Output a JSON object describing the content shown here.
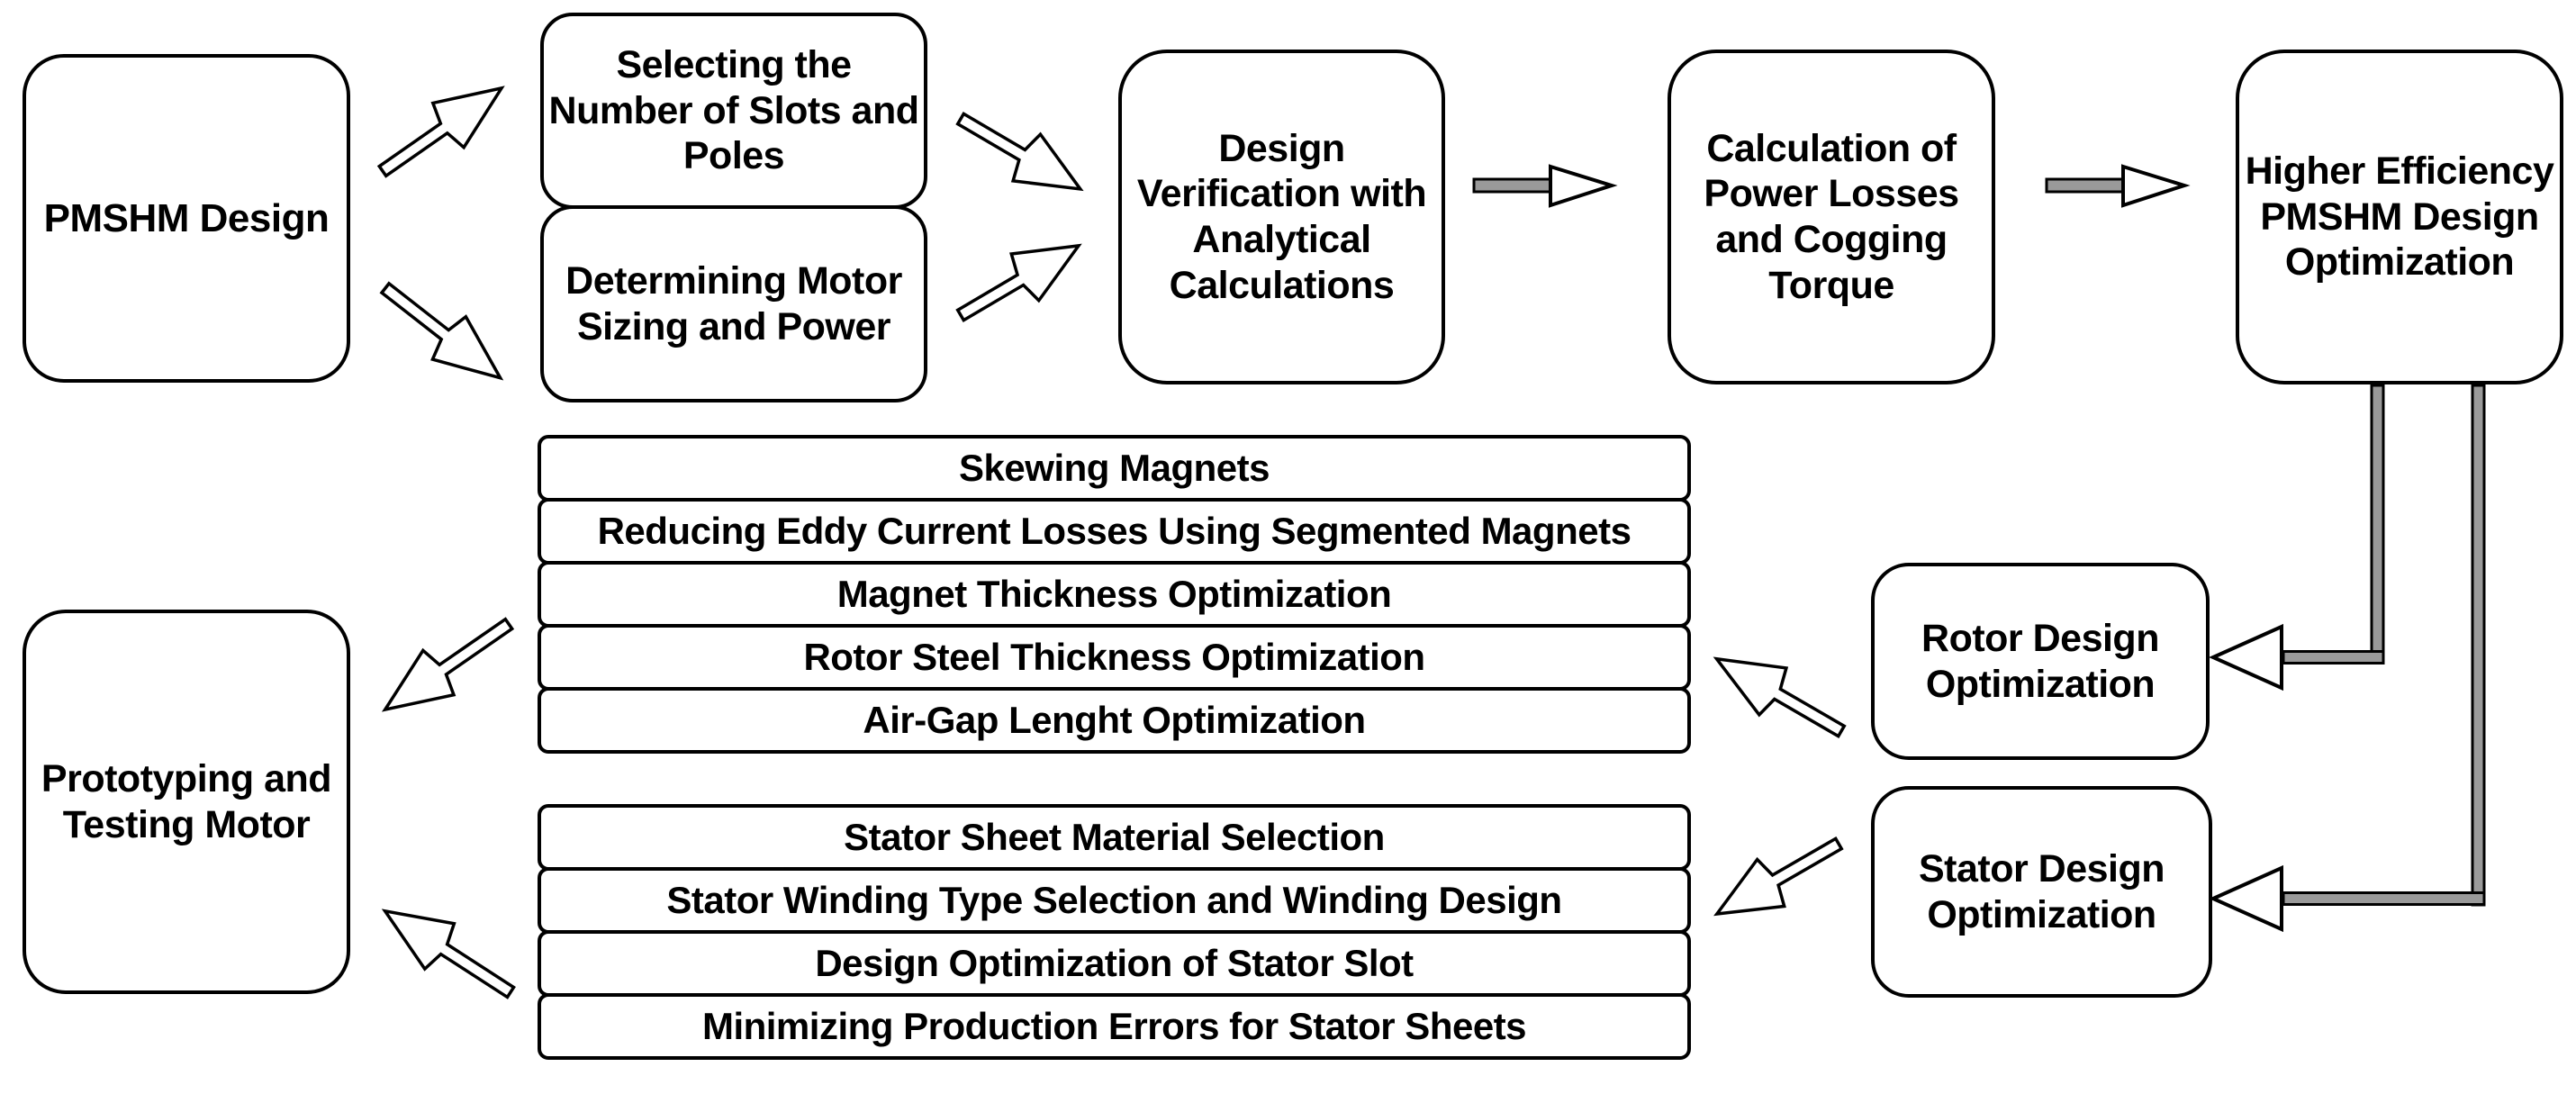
{
  "colors": {
    "ink": "#000000",
    "paper": "#ffffff",
    "connector_fill": "#9a9a9a"
  },
  "nodes": {
    "pmshm": {
      "lines": [
        "PMSHM Design"
      ]
    },
    "slots_poles": {
      "lines": [
        "Selecting the",
        "Number of Slots and",
        "Poles"
      ]
    },
    "motor_sizing": {
      "lines": [
        "Determining Motor",
        "Sizing and Power"
      ]
    },
    "verification": {
      "lines": [
        "Design",
        "Verification with",
        "Analytical",
        "Calculations"
      ]
    },
    "power_losses": {
      "lines": [
        "Calculation of",
        "Power Losses",
        "and Cogging",
        "Torque"
      ]
    },
    "higher_eff": {
      "lines": [
        "Higher Efficiency",
        "PMSHM Design",
        "Optimization"
      ]
    },
    "rotor_opt": {
      "lines": [
        "Rotor Design",
        "Optimization"
      ]
    },
    "stator_opt": {
      "lines": [
        "Stator Design",
        "Optimization"
      ]
    },
    "prototyping": {
      "lines": [
        "Prototyping and",
        "Testing Motor"
      ]
    }
  },
  "rotor_items": [
    "Skewing Magnets",
    "Reducing Eddy Current Losses Using Segmented Magnets",
    "Magnet Thickness Optimization",
    "Rotor Steel Thickness Optimization",
    "Air-Gap Lenght Optimization"
  ],
  "stator_items": [
    "Stator Sheet Material Selection",
    "Stator Winding Type Selection and Winding Design",
    "Design Optimization of Stator Slot",
    "Minimizing Production Errors for Stator Sheets"
  ]
}
